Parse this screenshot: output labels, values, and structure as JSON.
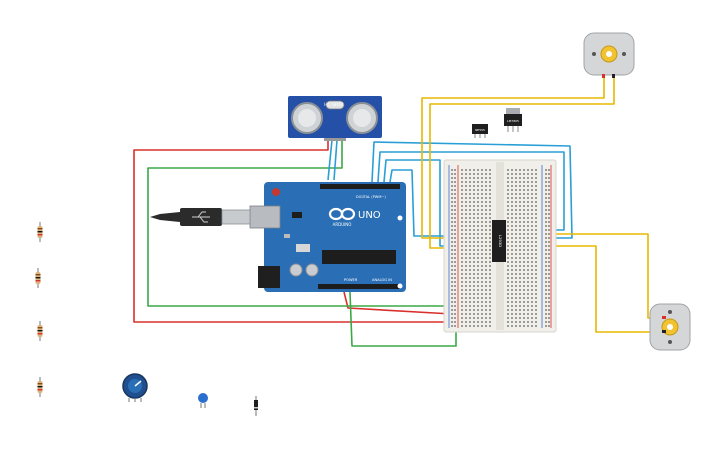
{
  "sensor": {
    "label": "HC-SR04"
  },
  "arduino": {
    "brand": "ARDUINO",
    "model": "UNO",
    "digital_label": "DIGITAL (PWM~)",
    "power_label": "POWER",
    "analog_label": "ANALOG IN"
  },
  "driver_ic": {
    "label": "L293D"
  },
  "small_ic": {
    "label": "NE555"
  },
  "regulator": {
    "label": "LM7805"
  },
  "colors": {
    "red_wire": "#d9302c",
    "green_wire": "#3aa845",
    "blue_wire": "#2a9fd6",
    "yellow_wire": "#e8b800",
    "board_blue": "#2a6fb5",
    "sensor_blue": "#2450a8",
    "breadboard": "#f1efe9"
  }
}
